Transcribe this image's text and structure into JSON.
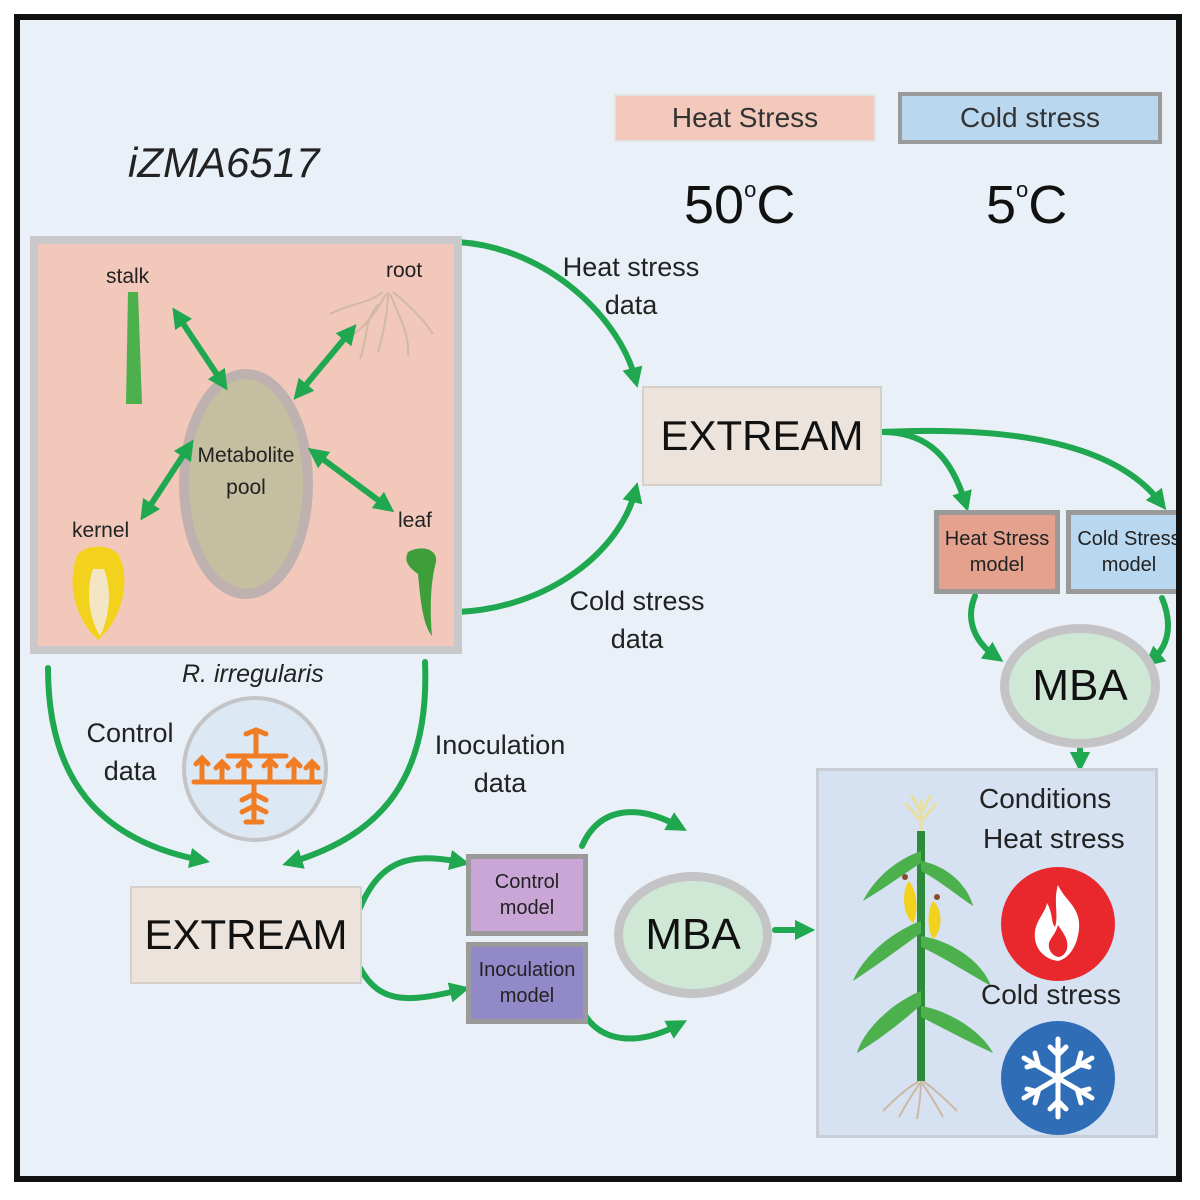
{
  "model_name": "iZMA6517",
  "legend": {
    "heat_label": "Heat Stress",
    "cold_label": "Cold stress",
    "heat_temp": "50",
    "heat_unit_sup": "o",
    "heat_unit": "C",
    "cold_temp": "5",
    "cold_unit_sup": "o",
    "cold_unit": "C"
  },
  "tissues": {
    "stalk": "stalk",
    "root": "root",
    "kernel": "kernel",
    "leaf": "leaf",
    "pool_line1": "Metabolite",
    "pool_line2": "pool"
  },
  "edge_labels": {
    "heat_line1": "Heat stress",
    "heat_line2": "data",
    "cold_line1": "Cold stress",
    "cold_line2": "data",
    "control_line1": "Control",
    "control_line2": "data",
    "inoc_line1": "Inoculation",
    "inoc_line2": "data"
  },
  "fungus": "R. irregularis",
  "extream_top": "EXTREAM",
  "extream_bottom": "EXTREAM",
  "models": {
    "heat_line1": "Heat Stress",
    "heat_line2": "model",
    "cold_line1": "Cold Stress",
    "cold_line2": "model",
    "control_line1": "Control",
    "control_line2": "model",
    "inoc_line1": "Inoculation",
    "inoc_line2": "model"
  },
  "mba_top": "MBA",
  "mba_bottom": "MBA",
  "conditions": {
    "title": "Conditions",
    "heat": "Heat stress",
    "cold": "Cold stress"
  },
  "colors": {
    "arrow": "#1fa84f",
    "heat": "#f3c9bc",
    "cold": "#b9d7ef",
    "tissue_panel": "#f2c8bb",
    "extream": "#ece3dc",
    "mba": "#cfe8d6",
    "fungus_orange": "#f07c23",
    "flame_red": "#e8282c",
    "snow_blue": "#2f6db6"
  }
}
